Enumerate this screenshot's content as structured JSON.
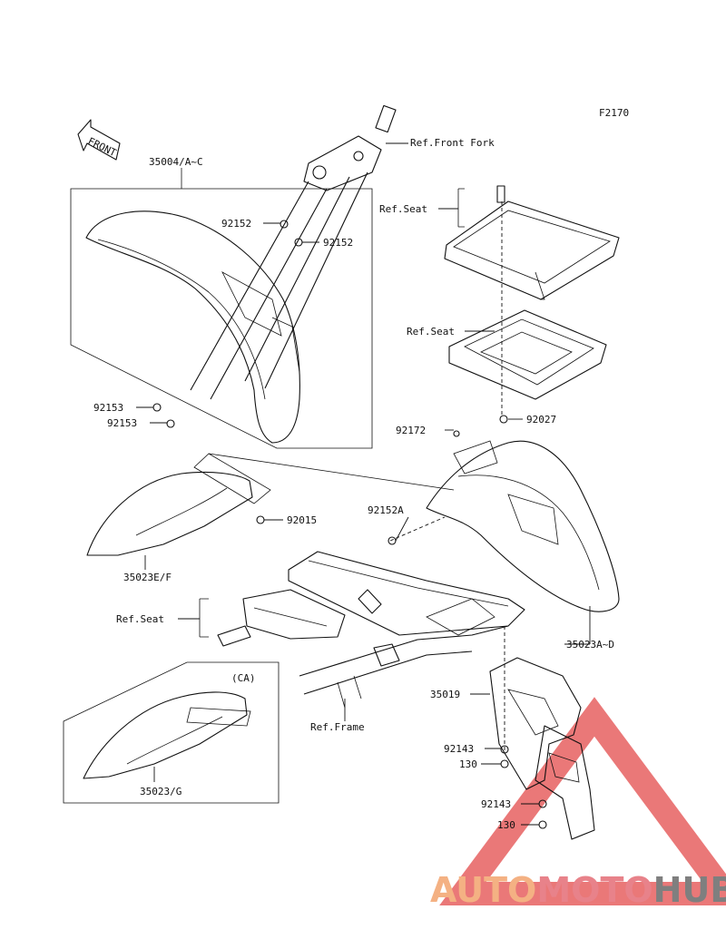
{
  "diagram": {
    "figure_code": "F2170",
    "front_arrow_text": "FRONT",
    "labels": {
      "p35004": "35004/A~C",
      "ref_front_fork": "Ref.Front Fork",
      "p92152_a": "92152",
      "p92152_b": "92152",
      "p92153_a": "92153",
      "p92153_b": "92153",
      "ref_seat_top": "Ref.Seat",
      "ref_seat_mid": "Ref.Seat",
      "p92027": "92027",
      "p92172": "92172",
      "p92152A": "92152A",
      "p92015": "92015",
      "p35023EF": "35023E/F",
      "ref_seat_left": "Ref.Seat",
      "p35023AD": "35023A~D",
      "p35019": "35019",
      "ref_frame": "Ref.Frame",
      "ca": "(CA)",
      "p92143_a": "92143",
      "p130_a": "130",
      "p92143_b": "92143",
      "p130_b": "130",
      "p35023G": "35023/G"
    }
  },
  "watermark": {
    "text_part1": "AUTO",
    "text_part2": "MOTO",
    "text_part3": "HUB",
    "color_1": "#f4b183",
    "color_2": "#e8828a",
    "color_3": "#7f7f7f",
    "triangle_color": "#e34b4b"
  }
}
